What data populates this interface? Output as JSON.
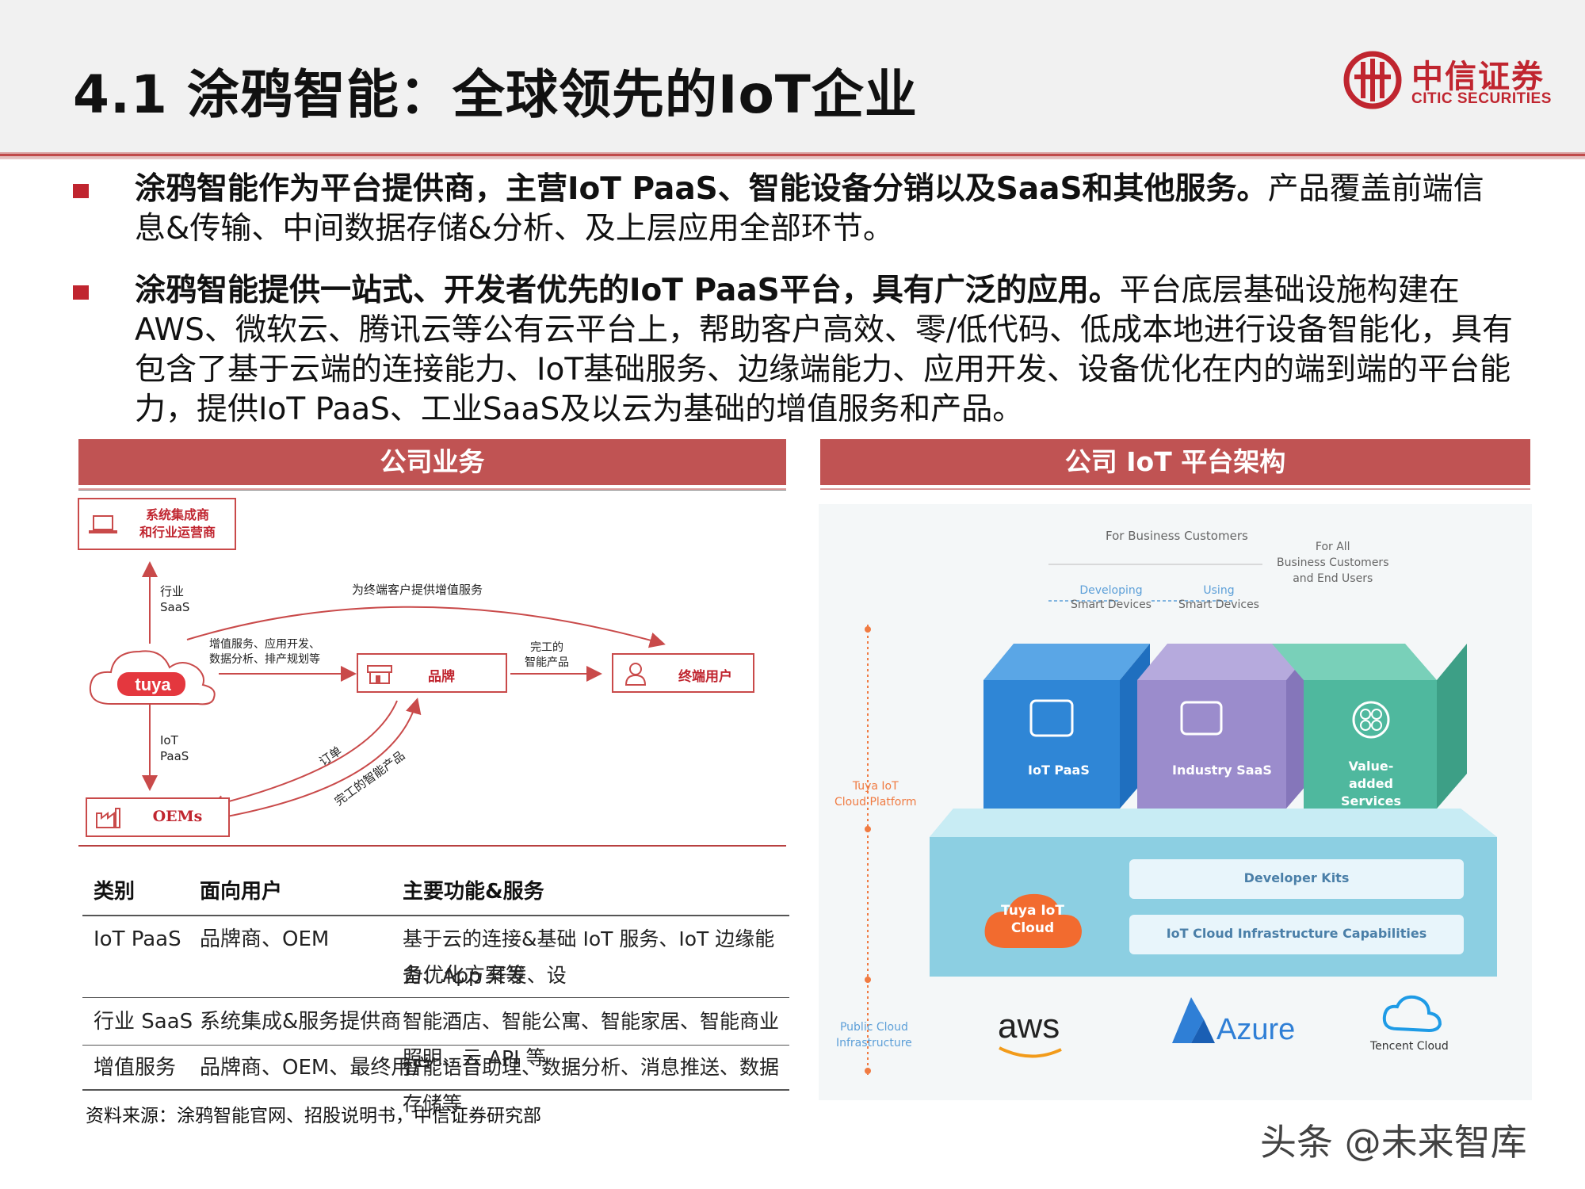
{
  "header": {
    "title": "4.1 涂鸦智能：全球领先的IoT企业",
    "logo": {
      "cn": "中信证券",
      "en": "CITIC SECURITIES",
      "icon": "citic-logo-icon"
    }
  },
  "bullets": [
    {
      "bold": "涂鸦智能作为平台提供商，主营IoT PaaS、智能设备分销以及SaaS和其他服务。",
      "text": "产品覆盖前端信息&传输、中间数据存储&分析、及上层应用全部环节。"
    },
    {
      "bold": "涂鸦智能提供一站式、开发者优先的IoT PaaS平台，具有广泛的应用。",
      "text": "平台底层基础设施构建在AWS、微软云、腾讯云等公有云平台上，帮助客户高效、零/低代码、低成本地进行设备智能化，具有包含了基于云端的连接能力、IoT基础服务、边缘端能力、应用开发、设备优化在内的端到端的平台能力，提供IoT PaaS、工业SaaS及以云为基础的增值服务和产品。"
    }
  ],
  "left_panel": {
    "title": "公司业务",
    "diagram": {
      "integrator": "系统集成商\n和行业运营商",
      "integrator_line1": "系统集成商",
      "integrator_line2": "和行业运营商",
      "industry_saas_1": "行业",
      "industry_saas_2": "SaaS",
      "value_added": "为终端客户提供增值服务",
      "services_1": "增值服务、应用开发、",
      "services_2": "数据分析、排产规划等",
      "finished_1": "完工的",
      "finished_2": "智能产品",
      "brand": "品牌",
      "end_user": "终端用户",
      "tuya": "tuya",
      "iot_paas_1": "IoT",
      "iot_paas_2": "PaaS",
      "order": "订单",
      "finished_product": "完工的智能产品",
      "oems": "OEMs"
    },
    "table": {
      "headers": [
        "类别",
        "面向用户",
        "主要功能&服务"
      ],
      "rows": [
        {
          "category": "IoT PaaS",
          "users": "品牌商、OEM",
          "services_1": "基于云的连接&基础 IoT 服务、IoT 边缘能力、App 开发、设",
          "services_2": "备优化方案等"
        },
        {
          "category": "行业 SaaS",
          "users": "系统集成&服务提供商",
          "services_1": "智能酒店、智能公寓、智能家居、智能商业照明、云 API 等",
          "services_2": ""
        },
        {
          "category": "增值服务",
          "users": "品牌商、OEM、最终用户",
          "services_1": "智能语音助理、数据分析、消息推送、数据存储等",
          "services_2": ""
        }
      ]
    },
    "source": "资料来源：涂鸦智能官网、招股说明书，中信证券研究部"
  },
  "right_panel": {
    "title": "公司 IoT 平台架构",
    "arch": {
      "for_business": "For Business Customers",
      "for_all_1": "For All",
      "for_all_2": "Business Customers",
      "for_all_3": "and End Users",
      "developing_1": "Developing",
      "developing_2": "Smart Devices",
      "using_1": "Using",
      "using_2": "Smart Devices",
      "platform_1": "Tuya IoT",
      "platform_2": "Cloud Platform",
      "public_cloud_1": "Public Cloud",
      "public_cloud_2": "Infrastructure",
      "iot_paas": "IoT PaaS",
      "industry_saas": "Industry SaaS",
      "value_added_1": "Value-added",
      "value_added_2": "Services",
      "tuya_cloud_1": "Tuya IoT",
      "tuya_cloud_2": "Cloud",
      "developer_kits": "Developer Kits",
      "infrastructure": "IoT Cloud Infrastructure Capabilities",
      "aws": "aws",
      "azure": "Azure",
      "tencent": "Tencent Cloud"
    },
    "colors": {
      "paas": "#2f86d6",
      "saas": "#9b8ccc",
      "vas": "#4fb89e",
      "base": "#8fd0e4",
      "tuya": "#f26b2f"
    }
  },
  "watermark": "头条 @未来智库"
}
